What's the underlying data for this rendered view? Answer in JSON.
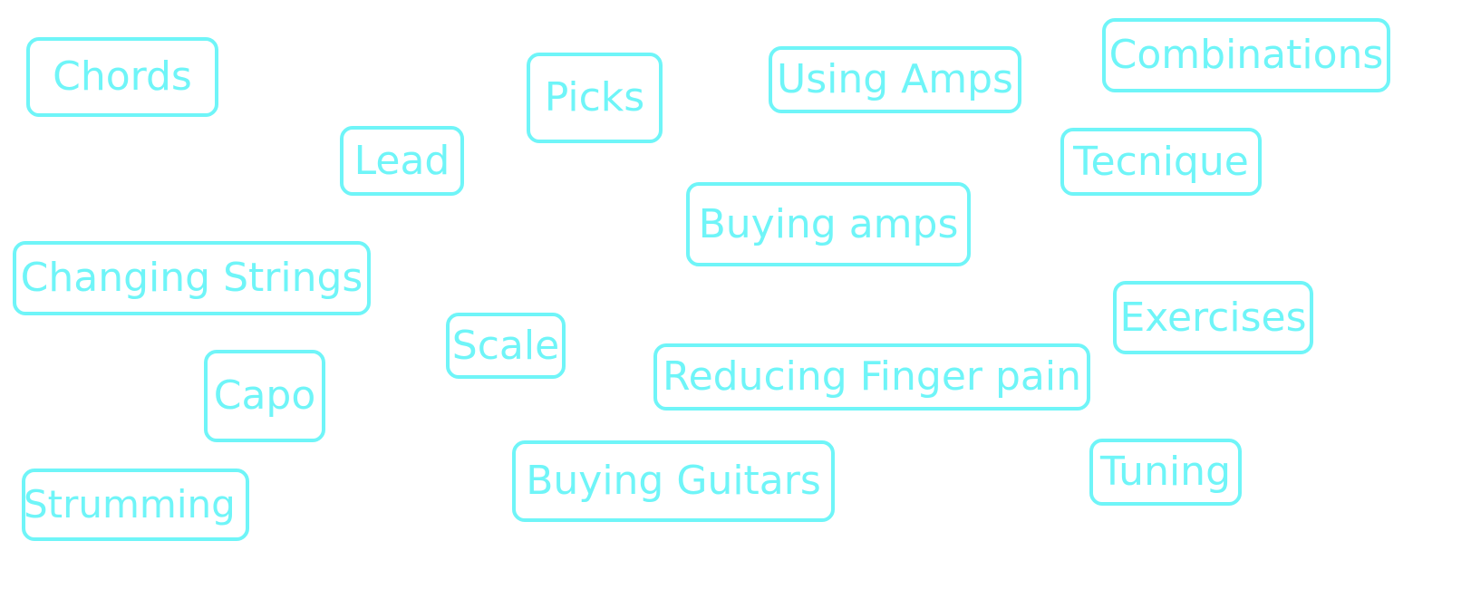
{
  "topics": {
    "chords": "Chords",
    "picks": "Picks",
    "using_amps": "Using Amps",
    "combinations": "Combinations",
    "lead": "Lead",
    "tecnique": "Tecnique",
    "buying_amps": "Buying amps",
    "changing_strings": "Changing Strings",
    "exercises": "Exercises",
    "scale": "Scale",
    "reducing_finger_pain": "Reducing Finger pain",
    "capo": "Capo",
    "tuning": "Tuning",
    "buying_guitars": "Buying Guitars",
    "strumming": "Strumming"
  },
  "colors": {
    "tag_accent": "#6ff5f8",
    "background": "#ffffff"
  }
}
